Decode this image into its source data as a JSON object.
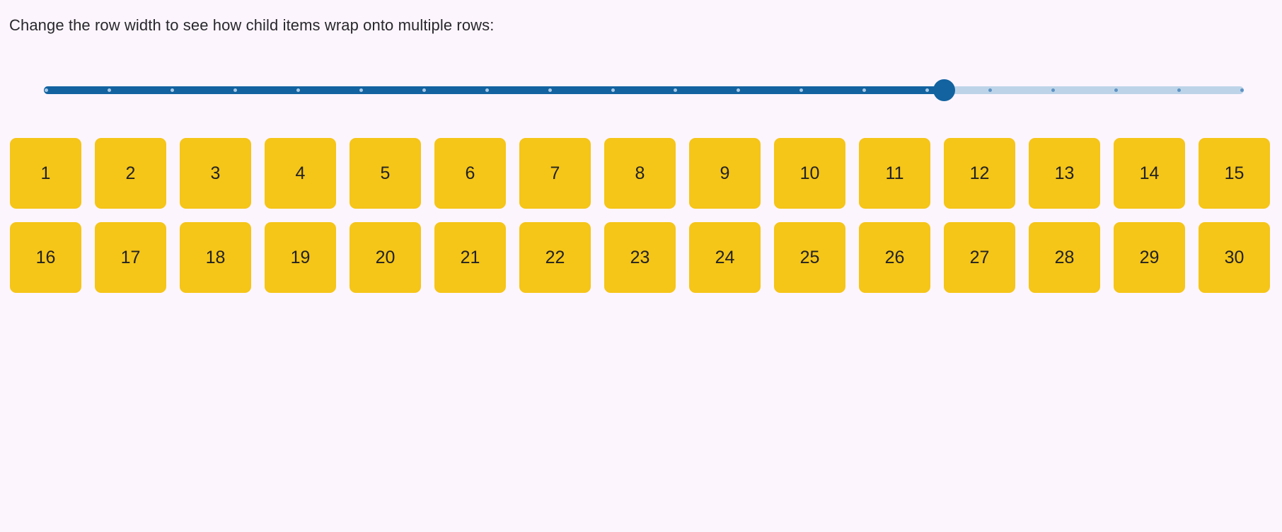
{
  "page": {
    "background_color": "#FDF5FE",
    "instruction": "Change the row width to see how child items wrap onto multiple rows:"
  },
  "slider": {
    "name": "row-width-slider",
    "orientation": "horizontal",
    "min": 0,
    "max": 20,
    "value": 15,
    "step": 1,
    "tick_count": 20,
    "filled_percent": 75,
    "track_color": "#BDD4E8",
    "fill_color": "#1263A0",
    "thumb_color": "#1263A0",
    "tick_on_fill_color": "#A8C9E6",
    "tick_on_track_color": "#5F93C4"
  },
  "tiles": {
    "accent_color": "#F5C518",
    "text_color": "#222222",
    "items_per_row": 15,
    "labels": [
      "1",
      "2",
      "3",
      "4",
      "5",
      "6",
      "7",
      "8",
      "9",
      "10",
      "11",
      "12",
      "13",
      "14",
      "15",
      "16",
      "17",
      "18",
      "19",
      "20",
      "21",
      "22",
      "23",
      "24",
      "25",
      "26",
      "27",
      "28",
      "29",
      "30"
    ]
  }
}
